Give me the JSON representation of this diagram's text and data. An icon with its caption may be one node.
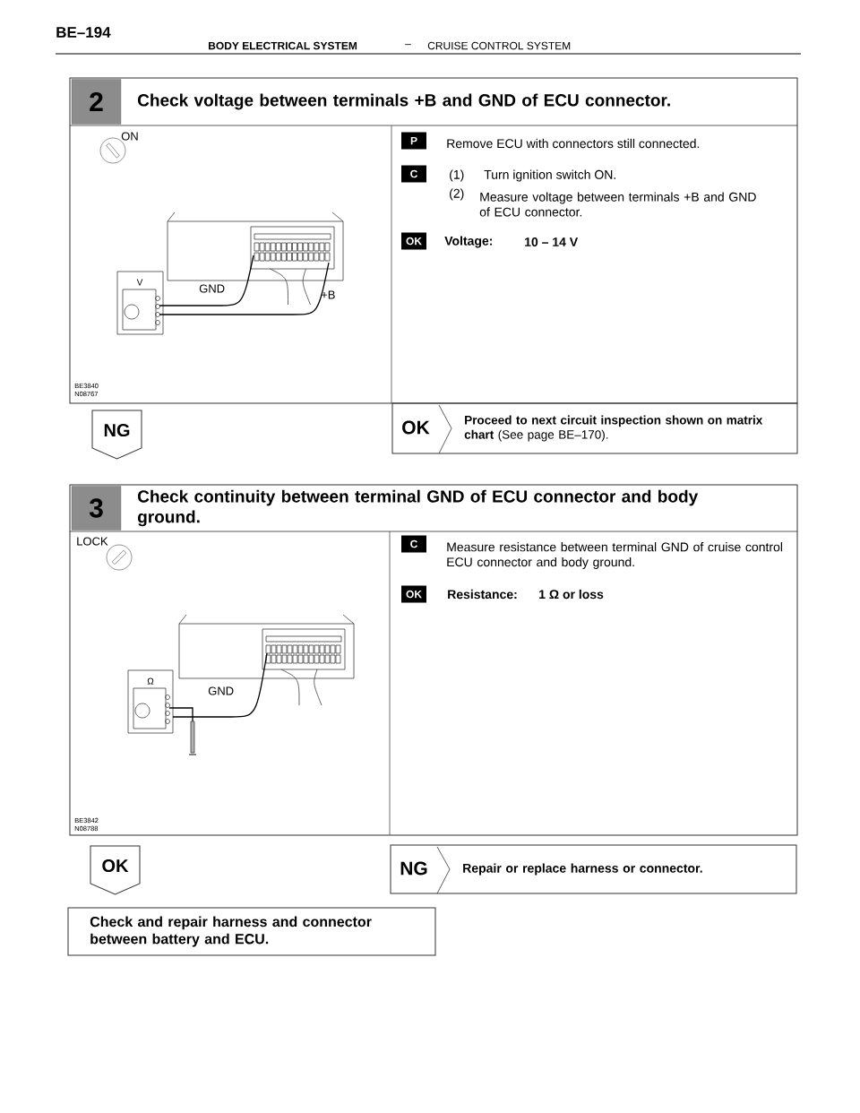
{
  "diagram": {
    "nodes": [
      {
        "text": [
          "2",
          "Check voltage between terminals +B and GND of ECU connector."
        ]
      },
      {
        "text": [
          "NG"
        ]
      },
      {
        "text": [
          "OK",
          "**Proceed to next circuit inspection shown on matrix chart** (See page BE–170)."
        ]
      },
      {
        "text": [
          "3",
          "Check continuity between terminal GND of ECU connector and body ground."
        ]
      },
      {
        "text": [
          "OK"
        ]
      },
      {
        "text": [
          "NG",
          "Repair or replace harness or connector."
        ]
      },
      {
        "text": [
          "Check and repair harness and connector between battery and ECU."
        ]
      }
    ],
    "labels": [
      "BE–194",
      "BODY ELECTRICAL SYSTEM",
      "–",
      "CRUISE CONTROL SYSTEM",
      "ON",
      "V",
      "GND",
      "+B",
      "BE3840 N08767",
      "P",
      "Remove ECU with connectors still connected.",
      "C",
      "(1)",
      "Turn ignition switch ON.",
      "(2)",
      "Measure voltage between terminals +B and GND of ECU connector.",
      "OK",
      "Voltage:",
      "10 – 14 V",
      "LOCK",
      "Ω",
      "GND",
      "BE3842 N08788",
      "C",
      "Measure resistance between terminal GND of cruise control ECU connector and body ground.",
      "OK",
      "Resistance:",
      "1 Ω or loss"
    ]
  }
}
